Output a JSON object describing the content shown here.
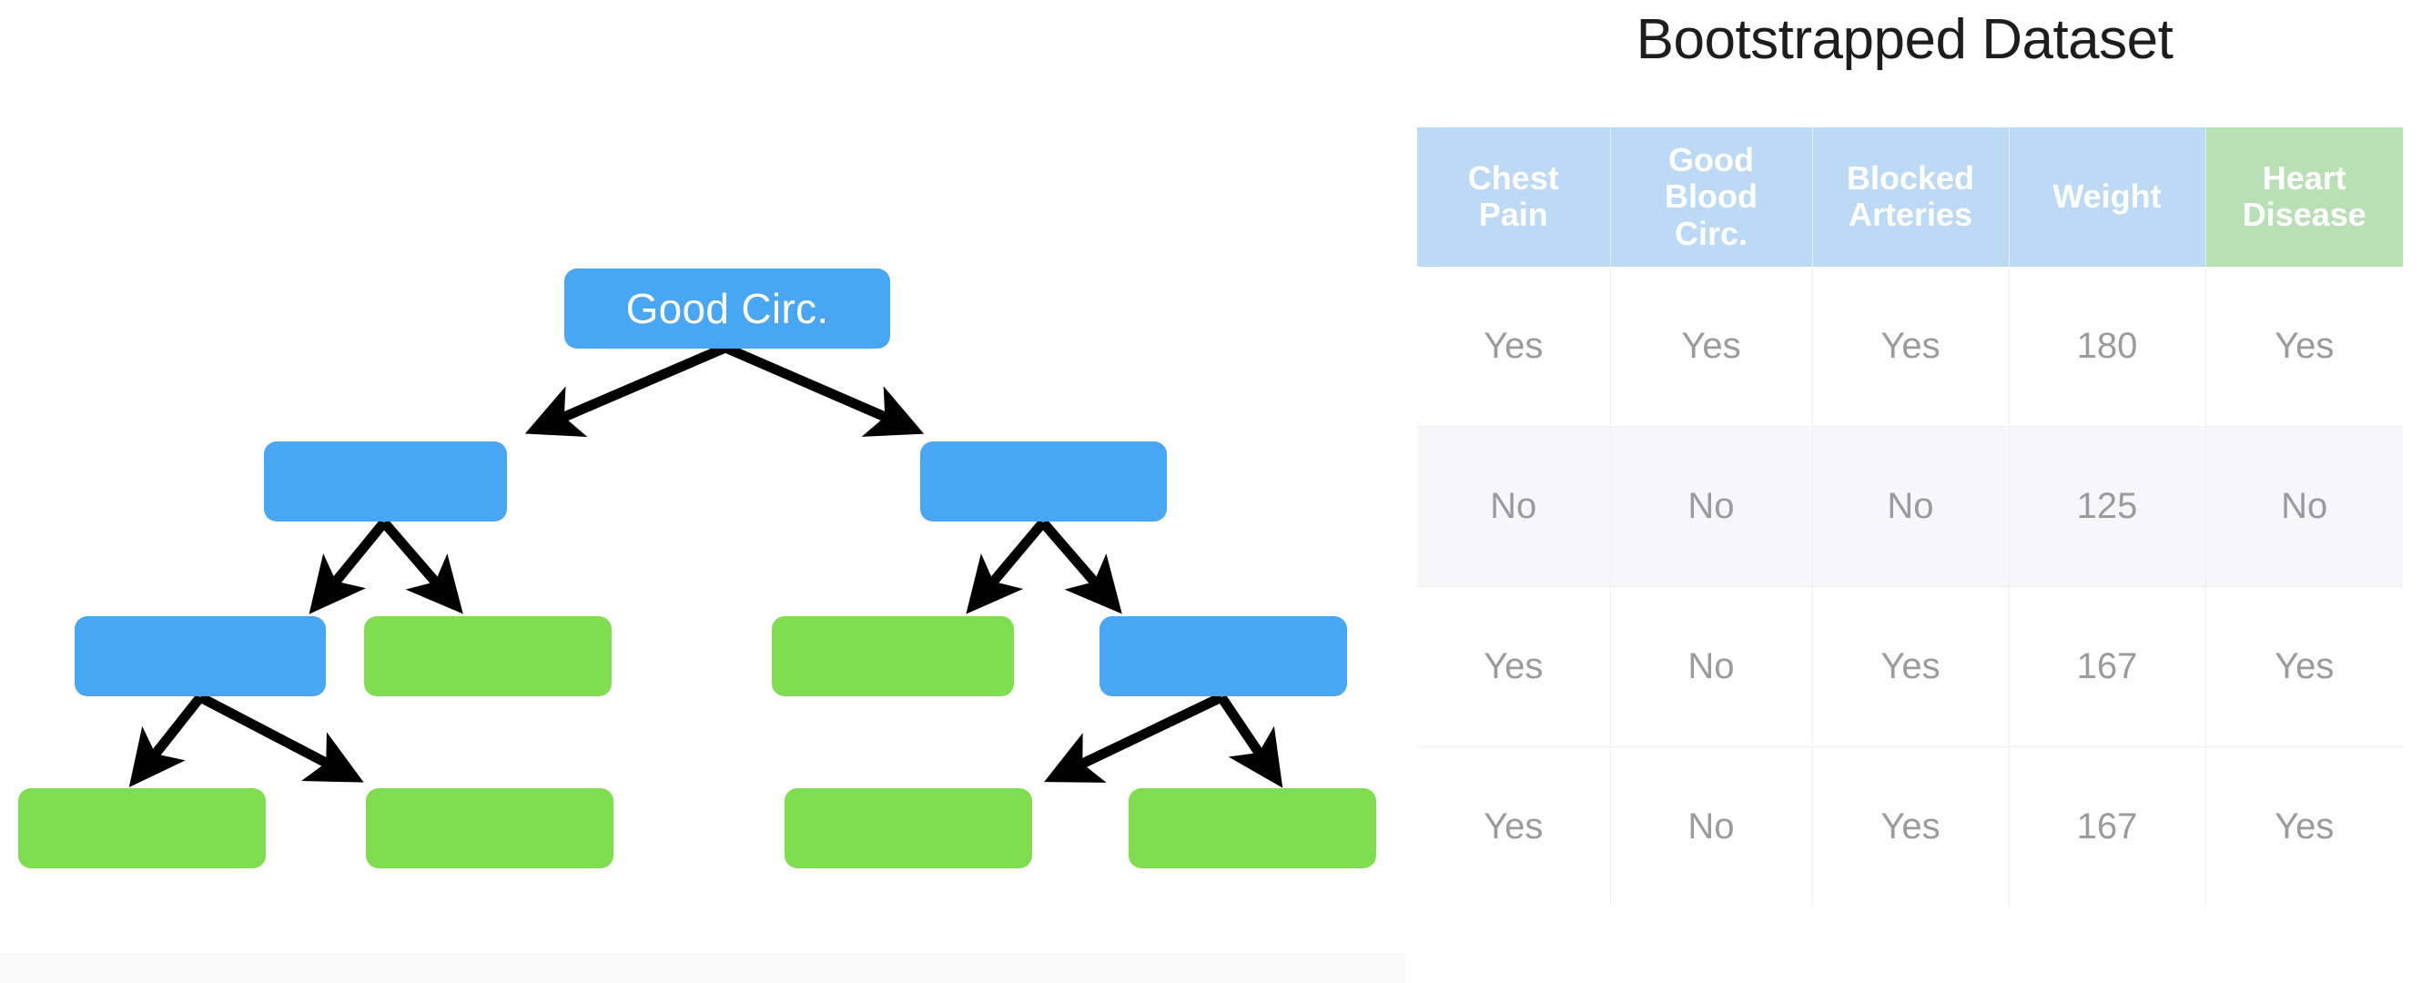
{
  "diagram": {
    "title_node": "Good Circ.",
    "colors": {
      "internal_node": "#49a6f2",
      "leaf_node": "#7ede4f",
      "arrow": "#000000"
    },
    "nodes": [
      {
        "id": "root",
        "label": "Good Circ.",
        "type": "internal",
        "level": 0
      },
      {
        "id": "n1",
        "label": "",
        "type": "internal",
        "level": 1
      },
      {
        "id": "n2",
        "label": "",
        "type": "internal",
        "level": 1
      },
      {
        "id": "n3",
        "label": "",
        "type": "internal",
        "level": 2
      },
      {
        "id": "n4",
        "label": "",
        "type": "leaf",
        "level": 2
      },
      {
        "id": "n5",
        "label": "",
        "type": "leaf",
        "level": 2
      },
      {
        "id": "n6",
        "label": "",
        "type": "internal",
        "level": 2
      },
      {
        "id": "n7",
        "label": "",
        "type": "leaf",
        "level": 3
      },
      {
        "id": "n8",
        "label": "",
        "type": "leaf",
        "level": 3
      },
      {
        "id": "n9",
        "label": "",
        "type": "leaf",
        "level": 3
      },
      {
        "id": "n10",
        "label": "",
        "type": "leaf",
        "level": 3
      }
    ]
  },
  "table": {
    "title": "Bootstrapped Dataset",
    "columns": [
      {
        "label": "Chest\nPain",
        "kind": "feature"
      },
      {
        "label": "Good\nBlood\nCirc.",
        "kind": "feature"
      },
      {
        "label": "Blocked\nArteries",
        "kind": "feature"
      },
      {
        "label": "Weight",
        "kind": "feature"
      },
      {
        "label": "Heart\nDisease",
        "kind": "target"
      }
    ],
    "column_labels": {
      "chest_pain": "Chest Pain",
      "good_blood_circ": "Good Blood Circ.",
      "blocked_arteries": "Blocked Arteries",
      "weight": "Weight",
      "heart_disease": "Heart Disease"
    },
    "rows": [
      {
        "chest_pain": "Yes",
        "good_blood_circ": "Yes",
        "blocked_arteries": "Yes",
        "weight": "180",
        "heart_disease": "Yes"
      },
      {
        "chest_pain": "No",
        "good_blood_circ": "No",
        "blocked_arteries": "No",
        "weight": "125",
        "heart_disease": "No"
      },
      {
        "chest_pain": "Yes",
        "good_blood_circ": "No",
        "blocked_arteries": "Yes",
        "weight": "167",
        "heart_disease": "Yes"
      },
      {
        "chest_pain": "Yes",
        "good_blood_circ": "No",
        "blocked_arteries": "Yes",
        "weight": "167",
        "heart_disease": "Yes"
      }
    ],
    "colors": {
      "feature_header": "#bcd9f5",
      "target_header": "#b9e0b4",
      "cell_text": "#9b9b9f",
      "stripe": "#f7f7f9"
    }
  }
}
